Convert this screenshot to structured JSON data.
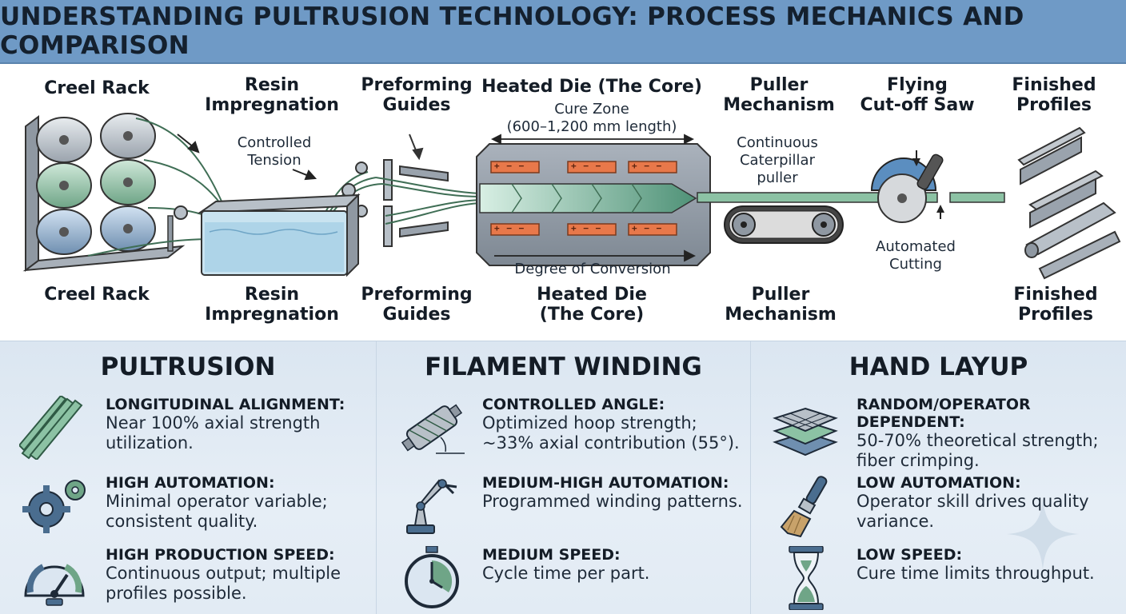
{
  "title": "UNDERSTANDING PULTRUSION TECHNOLOGY: PROCESS MECHANICS AND COMPARISON",
  "process": {
    "stages_top": [
      "Creel Rack",
      "Resin\nImpregnation",
      "Preforming\nGuides",
      "Heated Die (The Core)",
      "Puller\nMechanism",
      "Flying\nCut-off Saw",
      "Finished\nProfiles"
    ],
    "stages_bottom": [
      "Creel Rack",
      "Resin\nImpregnation",
      "Preforming\nGuides",
      "Heated Die\n(The Core)",
      "Puller\nMechanism",
      "Finished\nProfiles"
    ],
    "annotations": {
      "controlled_tension": "Controlled\nTension",
      "cure_zone": "Cure Zone\n(600–1,200 mm length)",
      "degree_of_conversion": "Degree of Conversion",
      "continuous_puller": "Continuous\nCaterpillar\npuller",
      "automated_cutting": "Automated\nCutting"
    },
    "heater_marks": "+ −  −"
  },
  "comparison": [
    {
      "title": "PULTRUSION",
      "items": [
        {
          "icon": "parallel-fibers-icon",
          "head": "LONGITUDINAL ALIGNMENT:",
          "body": "Near 100% axial strength\nutilization."
        },
        {
          "icon": "gears-icon",
          "head": "HIGH AUTOMATION:",
          "body": "Minimal operator variable;\nconsistent quality."
        },
        {
          "icon": "speedometer-icon",
          "head": "HIGH PRODUCTION SPEED:",
          "body": "Continuous output; multiple\nprofiles possible."
        }
      ]
    },
    {
      "title": "FILAMENT WINDING",
      "items": [
        {
          "icon": "wound-mandrel-icon",
          "head": "CONTROLLED ANGLE:",
          "body": "Optimized hoop strength;\n~33% axial contribution (55°)."
        },
        {
          "icon": "robot-arm-icon",
          "head": "MEDIUM-HIGH AUTOMATION:",
          "body": "Programmed winding patterns."
        },
        {
          "icon": "stopwatch-icon",
          "head": "MEDIUM SPEED:",
          "body": "Cycle time per part."
        }
      ]
    },
    {
      "title": "HAND LAYUP",
      "items": [
        {
          "icon": "woven-fabric-icon",
          "head": "RANDOM/OPERATOR DEPENDENT:",
          "body": "50-70% theoretical strength;\nfiber crimping."
        },
        {
          "icon": "paintbrush-icon",
          "head": "LOW AUTOMATION:",
          "body": "Operator skill drives quality\nvariance."
        },
        {
          "icon": "hourglass-icon",
          "head": "LOW SPEED:",
          "body": "Cure time limits throughput."
        }
      ]
    }
  ],
  "colors": {
    "title_bar": "#6f9ac6",
    "fiber_green": "#8cc2a4",
    "heater_orange": "#e8784a",
    "steel": "#9aa3ad",
    "panel_bg": "#dde8f3"
  }
}
